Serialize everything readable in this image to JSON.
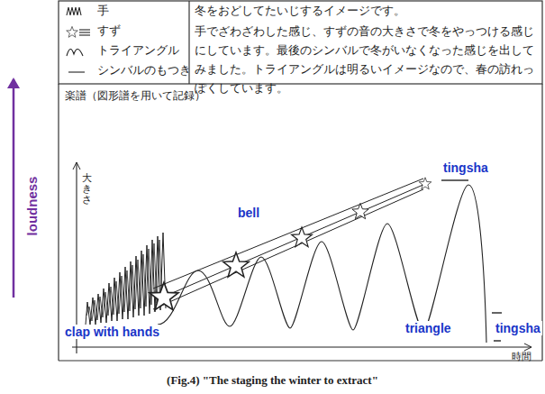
{
  "diagram": {
    "caption": "(Fig.4) \"The staging the winter to extract\"",
    "labels": [
      "冬をおどしてたいじするイメージです。",
      "手でざわざわした感じ、すずの音の大きさで冬をやっつける感じにしています。最後のシンバルで冬がいなくなった感じを出してみました。トライアングルは明るいイメージなので、春の訪れっぽくしています。",
      "楽譜（図形譜を用いて記録）",
      "大きさ",
      "時間",
      "loudness",
      "clap with hands",
      "bell",
      "triangle",
      "tingsha",
      "tingsha"
    ],
    "legend": [
      {
        "text": "手"
      },
      {
        "text": "すず"
      },
      {
        "text": "トライアングル"
      },
      {
        "text": "シンバルのもつき"
      }
    ]
  }
}
